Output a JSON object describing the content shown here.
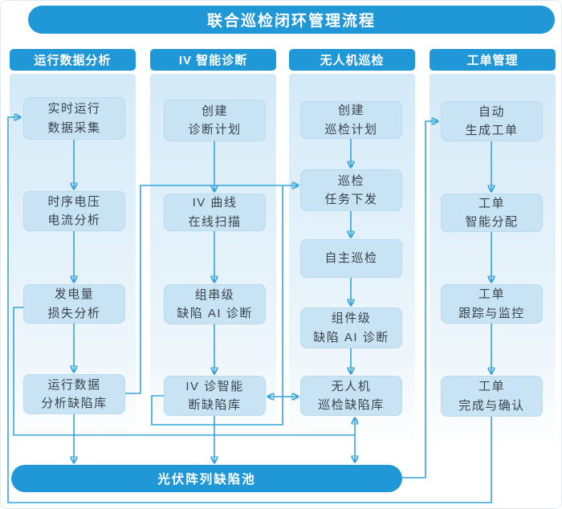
{
  "title": "联合巡检闭环管理流程",
  "colors": {
    "primary_blue": "#2097d6",
    "line_blue": "#35a3dc",
    "node_fill": "#c8e3f3",
    "strip_blue": "#d4eaf7",
    "node_text": "#3a444c"
  },
  "columns": [
    {
      "header": "运行数据分析",
      "nodes": [
        {
          "id": "realtime-data-collection",
          "label": "实时运行\n数据采集"
        },
        {
          "id": "timeseries-voltage-current-analysis",
          "label": "时序电压\n电流分析"
        },
        {
          "id": "power-loss-analysis",
          "label": "发电量\n损失分析"
        },
        {
          "id": "operation-data-defect-library",
          "label": "运行数据\n分析缺陷库"
        }
      ]
    },
    {
      "header": "IV 智能诊断",
      "nodes": [
        {
          "id": "create-diagnosis-plan",
          "label": "创建\n诊断计划"
        },
        {
          "id": "iv-curve-online-scan",
          "label": "IV 曲线\n在线扫描"
        },
        {
          "id": "string-level-ai-diagnosis",
          "label": "组串级\n缺陷 AI 诊断"
        },
        {
          "id": "iv-diagnosis-defect-library",
          "label": "IV 诊智能\n断缺陷库"
        }
      ]
    },
    {
      "header": "无人机巡检",
      "nodes": [
        {
          "id": "create-inspection-plan",
          "label": "创建\n巡检计划"
        },
        {
          "id": "inspection-task-dispatch",
          "label": "巡检\n任务下发"
        },
        {
          "id": "autonomous-inspection",
          "label": "自主巡检"
        },
        {
          "id": "module-level-ai-diagnosis",
          "label": "组件级\n缺陷 AI 诊断"
        },
        {
          "id": "drone-inspection-defect-library",
          "label": "无人机\n巡检缺陷库"
        }
      ]
    },
    {
      "header": "工单管理",
      "nodes": [
        {
          "id": "auto-generate-work-order",
          "label": "自动\n生成工单"
        },
        {
          "id": "work-order-smart-assignment",
          "label": "工单\n智能分配"
        },
        {
          "id": "work-order-tracking-monitoring",
          "label": "工单\n跟踪与监控"
        },
        {
          "id": "work-order-completion-confirmation",
          "label": "工单\n完成与确认"
        }
      ]
    }
  ],
  "pool": {
    "label": "光伏阵列缺陷池"
  },
  "edges": [
    {
      "from": "realtime-data-collection",
      "to": "timeseries-voltage-current-analysis"
    },
    {
      "from": "timeseries-voltage-current-analysis",
      "to": "power-loss-analysis"
    },
    {
      "from": "power-loss-analysis",
      "to": "operation-data-defect-library"
    },
    {
      "from": "operation-data-defect-library",
      "to": "pv-defect-pool"
    },
    {
      "from": "create-diagnosis-plan",
      "to": "iv-curve-online-scan"
    },
    {
      "from": "iv-curve-online-scan",
      "to": "string-level-ai-diagnosis"
    },
    {
      "from": "string-level-ai-diagnosis",
      "to": "iv-diagnosis-defect-library"
    },
    {
      "from": "iv-diagnosis-defect-library",
      "to": "pv-defect-pool"
    },
    {
      "from": "create-inspection-plan",
      "to": "inspection-task-dispatch"
    },
    {
      "from": "inspection-task-dispatch",
      "to": "autonomous-inspection"
    },
    {
      "from": "autonomous-inspection",
      "to": "module-level-ai-diagnosis"
    },
    {
      "from": "module-level-ai-diagnosis",
      "to": "drone-inspection-defect-library"
    },
    {
      "from": "drone-inspection-defect-library",
      "to": "pv-defect-pool",
      "bidirectional": true
    },
    {
      "from": "auto-generate-work-order",
      "to": "work-order-smart-assignment"
    },
    {
      "from": "work-order-smart-assignment",
      "to": "work-order-tracking-monitoring"
    },
    {
      "from": "work-order-tracking-monitoring",
      "to": "work-order-completion-confirmation"
    },
    {
      "from": "operation-data-defect-library",
      "to": "inspection-task-dispatch"
    },
    {
      "from": "iv-diagnosis-defect-library",
      "to": "inspection-task-dispatch"
    },
    {
      "from": "iv-diagnosis-defect-library",
      "to": "drone-inspection-defect-library",
      "bidirectional": true
    },
    {
      "from": "power-loss-analysis",
      "to": "drone-inspection-defect-library"
    },
    {
      "from": "pv-defect-pool",
      "to": "auto-generate-work-order"
    },
    {
      "from": "work-order-completion-confirmation",
      "to": "realtime-data-collection"
    }
  ]
}
